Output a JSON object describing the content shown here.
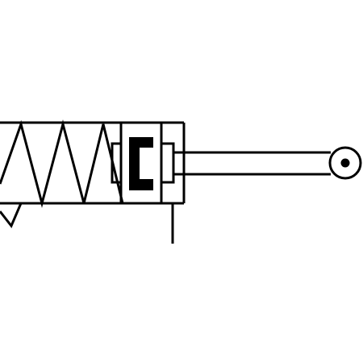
{
  "symbol": {
    "colors": {
      "stroke": "#000000",
      "background": "#ffffff",
      "fill": "#000000"
    },
    "components": [
      "spring",
      "cylinder-body",
      "piston",
      "port-line",
      "piston-rod",
      "rod-eye"
    ]
  }
}
